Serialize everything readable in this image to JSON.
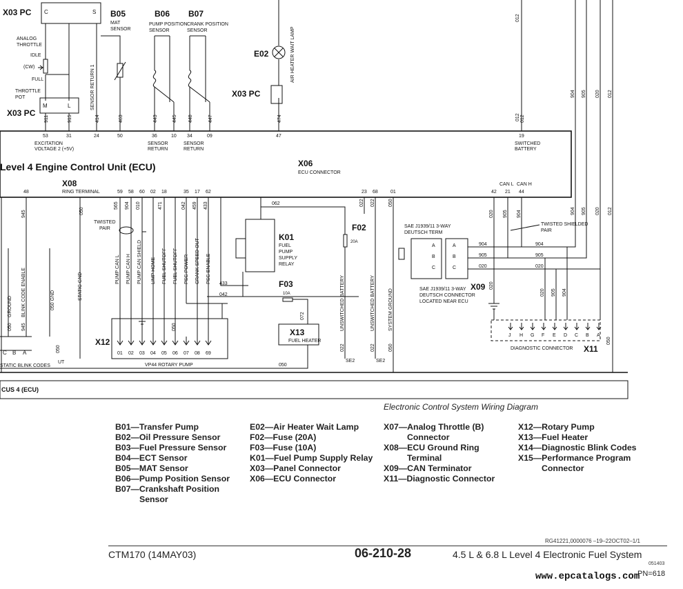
{
  "header": {
    "ecu_title": "Level 4 Engine Control Unit (ECU)",
    "ecu_short": "CUS 4 (ECU)",
    "caption": "Electronic Control System Wiring Diagram"
  },
  "components": {
    "X03_top": "X03 PC",
    "X03_bottom": "X03 PC",
    "X03_right": "X03 PC",
    "B05": "B05",
    "B05_sub1": "MAT",
    "B05_sub2": "SENSOR",
    "B06": "B06",
    "B06_sub1": "PUMP POSITION",
    "B06_sub2": "SENSOR",
    "B07": "B07",
    "B07_sub1": "CRANK POSITION",
    "B07_sub2": "SENSOR",
    "E02": "E02",
    "E02_label": "AIR HEATER WAIT LAMP",
    "X06": "X06",
    "X06_sub": "ECU CONNECTOR",
    "X08": "X08",
    "X08_sub": "RING TERMINAL",
    "K01": "K01",
    "K01_sub": [
      "FUEL",
      "PUMP",
      "SUPPLY",
      "RELAY"
    ],
    "F02": "F02",
    "F02_rating": "20A",
    "F03": "F03",
    "F03_rating": "10A",
    "X13": "X13",
    "X13_sub": "FUEL HEATER",
    "X12": "X12",
    "X12_sub": "VP44 ROTARY PUMP",
    "X09": "X09",
    "X11": "X11",
    "X11_sub": "DIAGNOSTIC CONNECTOR",
    "throttle_labels": [
      "ANALOG",
      "THROTTLE",
      "IDLE",
      "(CW)",
      "FULL",
      "THROTTLE",
      "POT"
    ],
    "excitation": [
      "EXCITATION",
      "VOLTAGE 2 (+5V)"
    ],
    "sensor_return": [
      "SENSOR",
      "RETURN"
    ],
    "switched_battery": [
      "SWITCHED",
      "BATTERY"
    ],
    "twisted_pair": [
      "TWISTED",
      "PAIR"
    ],
    "twisted_shielded_pair": [
      "TWISTED SHIELDED",
      "PAIR"
    ],
    "sae_term": [
      "SAE J1939/11 3-WAY",
      "DEUTSCH TERM"
    ],
    "sae_conn": [
      "SAE J1939/11 3-WAY",
      "DEUTSCH CONNECTOR",
      "LOCATED NEAR ECU"
    ],
    "can_l": "CAN L",
    "can_h": "CAN H",
    "blink_codes": "STATIC BLINK CODES",
    "se2": "SE2",
    "ut": "UT",
    "pin_m": "M",
    "pin_l": "L",
    "pin_c": "C",
    "pin_s": "S"
  },
  "wires_top": [
    {
      "id": "911",
      "pin": "53"
    },
    {
      "id": "915",
      "pin": "31"
    },
    {
      "id": "414",
      "pin": "24"
    },
    {
      "id": "463",
      "pin": "50"
    },
    {
      "id": "443",
      "pin": "36"
    },
    {
      "id": "445",
      "pin": "10"
    },
    {
      "id": "448",
      "pin": "34"
    },
    {
      "id": "447",
      "pin": "09"
    },
    {
      "id": "474",
      "pin": "47"
    },
    {
      "id": "012",
      "pin": "19"
    }
  ],
  "vertical_labels": {
    "sensor_return_1": "SENSOR RETURN 1",
    "x12_signals": [
      "PUMP CAN L",
      "PUMP CAN H",
      "PUMP CAN SHIELD",
      "LIMP HOME",
      "FUEL SHUTOFF",
      "FUEL SHUTOFF",
      "PSG POWER",
      "CRANK SPEED OUT",
      "PSG ENABLE"
    ],
    "ground": "GROUND",
    "blink_code_enable": "BLINK CODE ENABLE",
    "gnd_050": "050 GND",
    "static_gnd": "STATIC GND",
    "unswitched_battery_1": "UNSWITCHED BATTERY",
    "unswitched_battery_2": "UNSWITCHED BATTERY",
    "system_ground": "SYSTEM GROUND"
  },
  "ecu_bottom_pins": [
    "48",
    "59",
    "58",
    "60",
    "02",
    "18",
    "35",
    "17",
    "62",
    "23",
    "68",
    "01",
    "42",
    "21",
    "44"
  ],
  "x12_wires": [
    "565",
    "904",
    "010",
    "471",
    "042",
    "459",
    "433",
    "050"
  ],
  "x12_pins": [
    "01",
    "02",
    "03",
    "04",
    "05",
    "06",
    "07",
    "08",
    "69"
  ],
  "x11_pins": [
    "J",
    "H",
    "G",
    "F",
    "E",
    "D",
    "C",
    "B",
    "A"
  ],
  "can_wires": [
    "904",
    "905",
    "020"
  ],
  "right_wires": [
    "904",
    "905",
    "020",
    "012"
  ],
  "misc_wires": {
    "w062": "062",
    "w022": "022",
    "w050": "050",
    "w433": "433",
    "w042": "042",
    "w072": "072",
    "w945": "945",
    "w020": "020",
    "w012": "012"
  },
  "legend": {
    "col1": [
      "B01—Transfer Pump",
      "B02—Oil Pressure Sensor",
      "B03—Fuel Pressure Sensor",
      "B04—ECT Sensor",
      "B05—MAT Sensor",
      "B06—Pump Position Sensor",
      "B07—Crankshaft Position",
      "Sensor"
    ],
    "col2": [
      "E02—Air Heater Wait Lamp",
      "F02—Fuse (20A)",
      "F03—Fuse (10A)",
      "K01—Fuel Pump Supply Relay",
      "X03—Panel Connector",
      "X06—ECU Connector"
    ],
    "col3": [
      "X07—Analog Throttle (B)",
      "Connector",
      "X08—ECU Ground Ring",
      "Terminal",
      "X09—CAN Terminator",
      "X11—Diagnostic Connector"
    ],
    "col4": [
      "X12—Rotary Pump",
      "X13—Fuel Heater",
      "X14—Diagnostic Blink Codes",
      "X15—Performance Program",
      "Connector"
    ]
  },
  "footer": {
    "ref": "RG41221,0000076  –19–22OCT02–1/1",
    "manual": "CTM170 (14MAY03)",
    "page": "06-210-28",
    "system": "4.5 L & 6.8 L Level 4 Electronic Fuel System",
    "code": "051403",
    "pn": "PN=618",
    "watermark": "www.epcatalogs.com"
  }
}
